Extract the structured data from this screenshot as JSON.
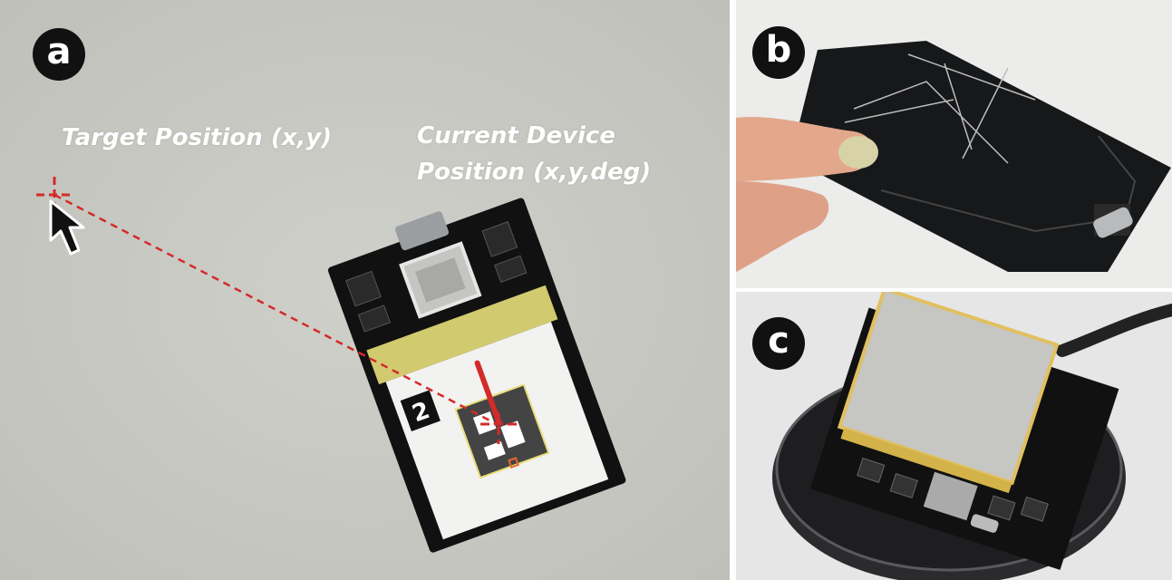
{
  "panels": {
    "a": {
      "label": "a"
    },
    "b": {
      "label": "b"
    },
    "c": {
      "label": "c"
    }
  },
  "annotations": {
    "target_position": "Target Position (x,y)",
    "current_device_line1": "Current Device",
    "current_device_line2": "Position (x,y,deg)"
  },
  "device_label": "2",
  "colors": {
    "marker_red": "#d42a2a",
    "badge_bg": "#111111",
    "annotation_text": "#ffffff"
  }
}
